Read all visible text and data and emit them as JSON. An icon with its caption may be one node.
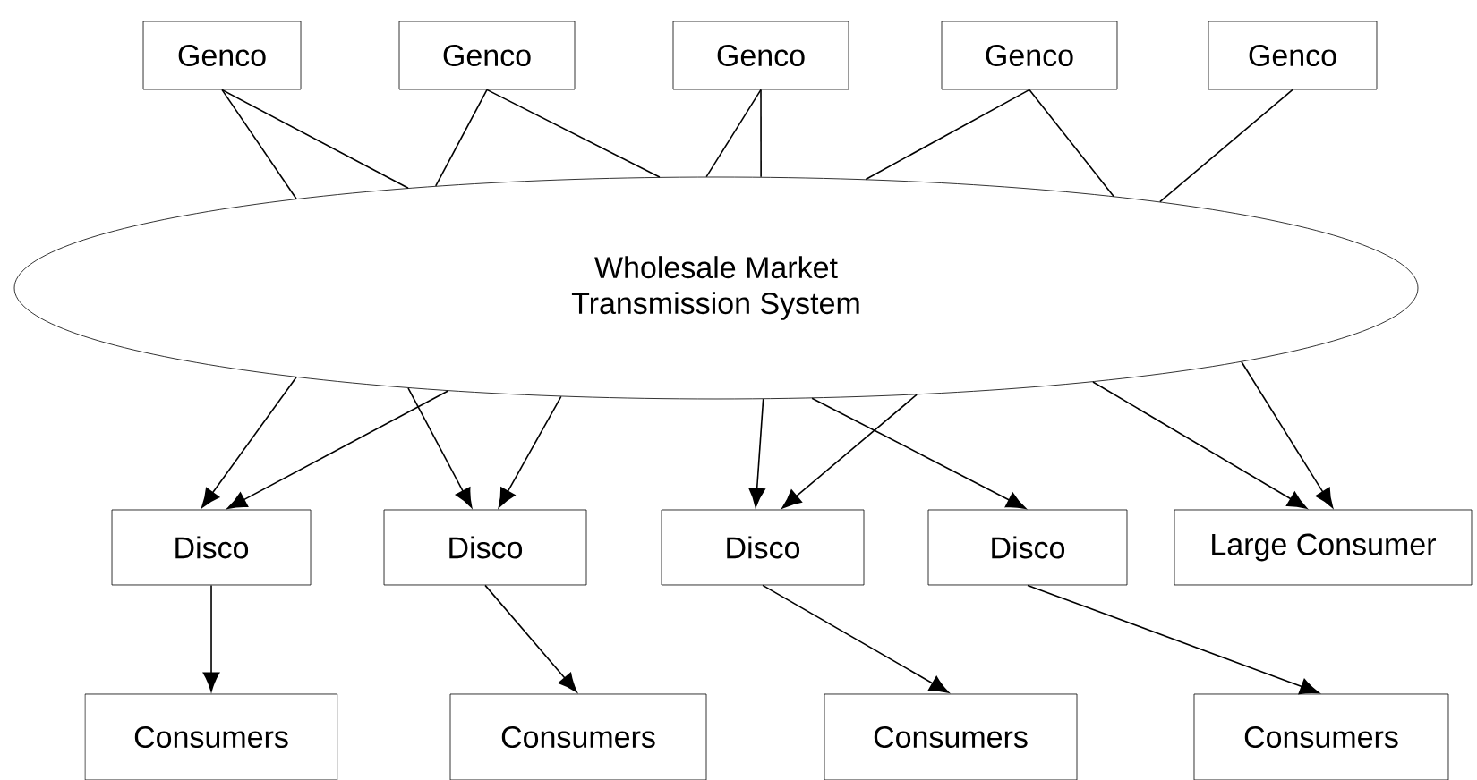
{
  "diagram": {
    "nodes": [
      {
        "text": [
          "Genco"
        ]
      },
      {
        "text": [
          "Genco"
        ]
      },
      {
        "text": [
          "Genco"
        ]
      },
      {
        "text": [
          "Genco"
        ]
      },
      {
        "text": [
          "Genco"
        ]
      },
      {
        "text": [
          "Wholesale Market Transmission System"
        ]
      },
      {
        "text": [
          "Disco"
        ]
      },
      {
        "text": [
          "Disco"
        ]
      },
      {
        "text": [
          "Disco"
        ]
      },
      {
        "text": [
          "Disco"
        ]
      },
      {
        "text": [
          "Large Consumer"
        ]
      },
      {
        "text": [
          "Consumers"
        ]
      },
      {
        "text": [
          "Consumers"
        ]
      },
      {
        "text": [
          "Consumers"
        ]
      },
      {
        "text": [
          "Consumers"
        ]
      }
    ],
    "edges": [
      {
        "from": 0,
        "to": 5,
        "arrow": "none"
      },
      {
        "from": 0,
        "to": 5,
        "arrow": "none"
      },
      {
        "from": 1,
        "to": 5,
        "arrow": "none"
      },
      {
        "from": 1,
        "to": 5,
        "arrow": "none"
      },
      {
        "from": 2,
        "to": 5,
        "arrow": "none"
      },
      {
        "from": 2,
        "to": 5,
        "arrow": "none"
      },
      {
        "from": 3,
        "to": 5,
        "arrow": "none"
      },
      {
        "from": 3,
        "to": 5,
        "arrow": "none"
      },
      {
        "from": 4,
        "to": 5,
        "arrow": "none"
      },
      {
        "from": 5,
        "to": 6,
        "arrow": "to"
      },
      {
        "from": 5,
        "to": 6,
        "arrow": "to"
      },
      {
        "from": 5,
        "to": 7,
        "arrow": "to"
      },
      {
        "from": 5,
        "to": 7,
        "arrow": "to"
      },
      {
        "from": 5,
        "to": 8,
        "arrow": "to"
      },
      {
        "from": 5,
        "to": 8,
        "arrow": "to"
      },
      {
        "from": 5,
        "to": 9,
        "arrow": "to"
      },
      {
        "from": 5,
        "to": 10,
        "arrow": "to"
      },
      {
        "from": 5,
        "to": 10,
        "arrow": "to"
      },
      {
        "from": 6,
        "to": 11,
        "arrow": "to"
      },
      {
        "from": 7,
        "to": 12,
        "arrow": "to"
      },
      {
        "from": 8,
        "to": 13,
        "arrow": "to"
      },
      {
        "from": 9,
        "to": 14,
        "arrow": "to"
      }
    ]
  }
}
